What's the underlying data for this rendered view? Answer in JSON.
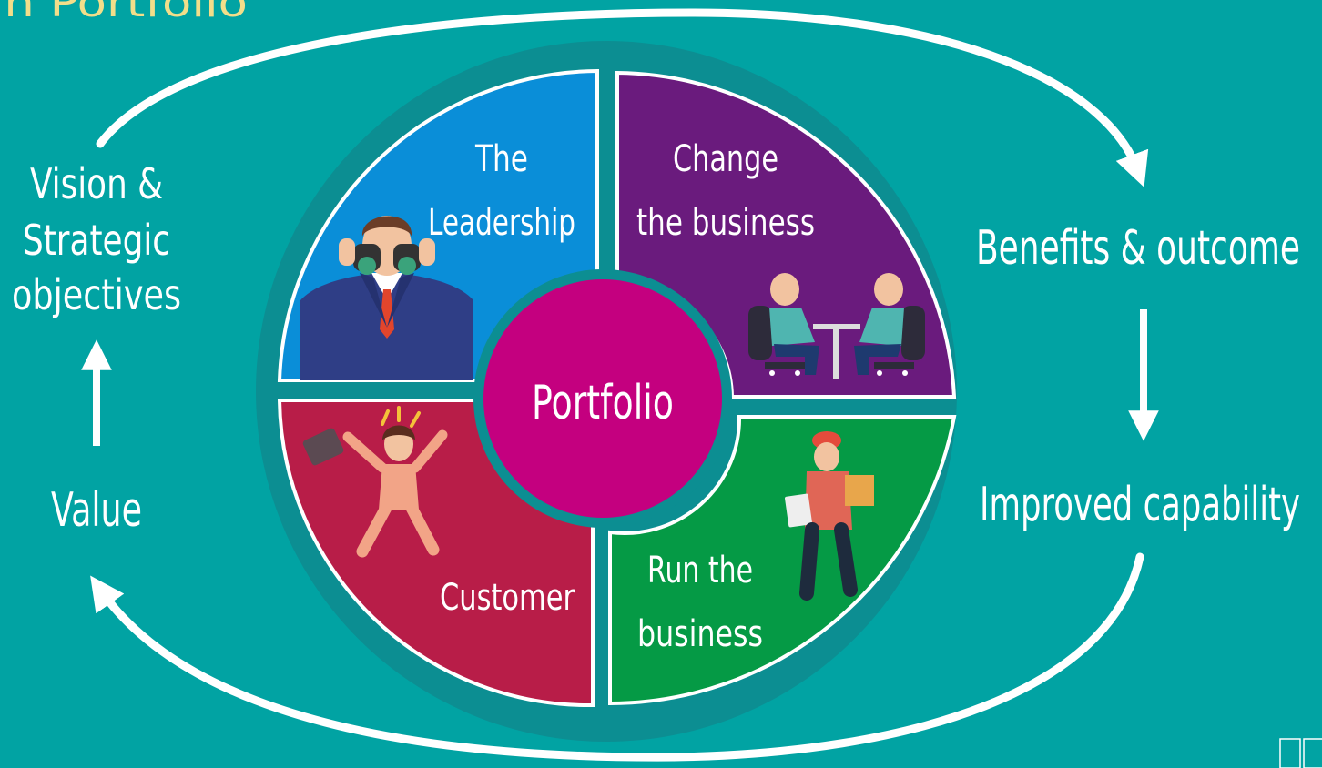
{
  "title": "an Portfolio",
  "center": {
    "label": "Portfolio"
  },
  "quadrants": {
    "leadership": [
      "The",
      "Leadership"
    ],
    "change": [
      "Change",
      "the business"
    ],
    "customer": [
      "Customer"
    ],
    "run": [
      "Run the",
      "business"
    ]
  },
  "cycle": {
    "vision": [
      "Vision &",
      "Strategic",
      "objectives"
    ],
    "benefits": "Benefits & outcome",
    "improved": "Improved capability",
    "value": "Value"
  },
  "colors": {
    "background": "#01a3a3",
    "leadership": "#0a8ed8",
    "change": "#6a1b7d",
    "customer": "#b81d48",
    "run": "#059a45",
    "center": "#c4007f",
    "ring": "#0c8e92",
    "title": "#f2de8a"
  }
}
